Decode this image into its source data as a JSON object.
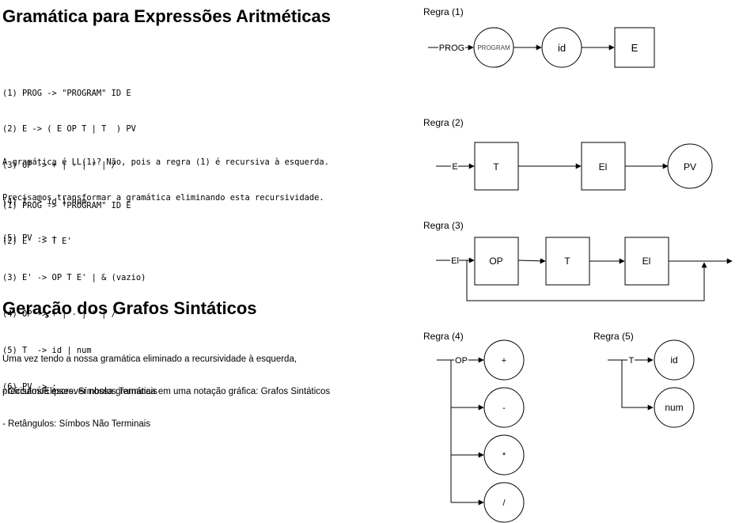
{
  "section1": {
    "title": "Gramática para Expressões Aritméticas",
    "grammar1": [
      "(1) PROG -> \"PROGRAM\" ID E",
      "(2) E -> ( E OP T | T  ) PV",
      "(3) OP -> + | - | * | /",
      "(4) T -> id | num",
      "(5) PV -> ;"
    ],
    "note": [
      "A gramática é LL(1)? Não, pois a regra (1) é recursiva à esquerda.",
      "Precisamos transformar a gramática eliminando esta recursividade."
    ],
    "grammar2": [
      "(1) PROG -> \"PROGRAM\" ID E",
      "(2) E  -> T E'",
      "(3) E' -> OP T E' | & (vazio)",
      "(4) OP -> + | - | * | /",
      "(5) T  -> id | num",
      "(6) PV -> ;"
    ]
  },
  "section2": {
    "title": "Geração dos Grafos Sintáticos",
    "paragraph": [
      "Uma vez tendo a nossa gramática eliminado a recursividade à esquerda,",
      "precisamos escrever nossa gramática em uma notação gráfica: Grafos Sintáticos"
    ],
    "legend": [
      "- Círculos/Elipses: Símbolos Terminais",
      "- Retângulos: Símbos Não Terminais"
    ]
  },
  "rules": {
    "r1": {
      "label": "Regra (1)",
      "start": "PROG",
      "c1": "PROGRAM",
      "c2": "id",
      "b1": "E"
    },
    "r2": {
      "label": "Regra (2)",
      "start": "E",
      "b1": "T",
      "b2": "El",
      "c1": "PV"
    },
    "r3": {
      "label": "Regra (3)",
      "start": "El",
      "b1": "OP",
      "b2": "T",
      "b3": "El"
    },
    "r4": {
      "label": "Regra (4)",
      "start": "OP",
      "c1": "+",
      "c2": "-",
      "c3": "*",
      "c4": "/"
    },
    "r5": {
      "label": "Regra (5)",
      "start": "T",
      "c1": "id",
      "c2": "num"
    }
  }
}
